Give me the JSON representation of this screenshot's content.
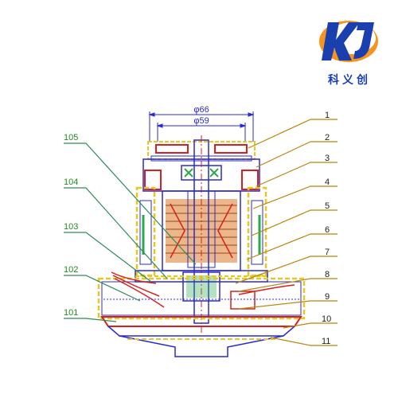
{
  "brand": {
    "name": "科义创",
    "logo_text": "KJ",
    "colors": {
      "blue": "#1a3fae",
      "orange": "#f7941d"
    }
  },
  "dimensions": {
    "outer": "φ66",
    "inner": "φ59"
  },
  "callouts_right": [
    "1",
    "2",
    "3",
    "4",
    "5",
    "6",
    "7",
    "8",
    "9",
    "10",
    "11"
  ],
  "callouts_left": [
    "105",
    "104",
    "103",
    "102",
    "101"
  ],
  "colors": {
    "outline": "#2a2ad4",
    "housing": "#e8c81c",
    "leader_right": "#b8860b",
    "leader_left": "#2e8b57",
    "label_left": "#228b22",
    "label_right": "#222222",
    "red": "#d62020",
    "coil": "#d87a2a",
    "green": "#2ea84a"
  }
}
